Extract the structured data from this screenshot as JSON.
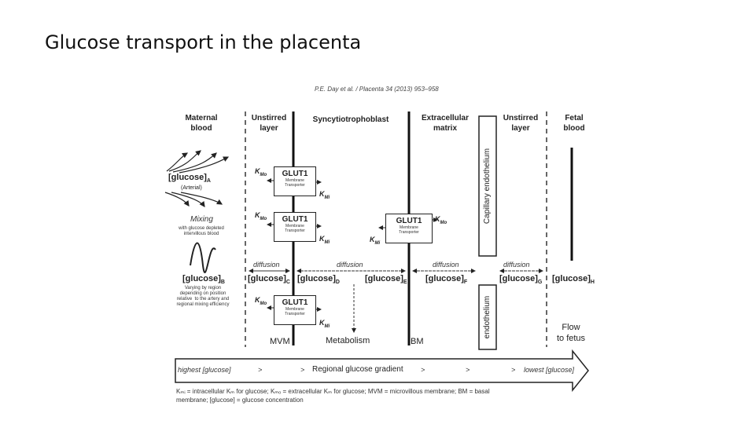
{
  "title": "Glucose transport in the placenta",
  "citation": "P.E. Day et al. / Placenta 34 (2013) 953–958",
  "headers": {
    "maternal_blood": "Maternal\nblood",
    "unstirred_left": "Unstirred\nlayer",
    "syncytiotrophoblast": "Syncytiotrophoblast",
    "extracellular_matrix": "Extracellular\nmatrix",
    "unstirred_right": "Unstirred\nlayer",
    "fetal_blood": "Fetal\nblood"
  },
  "capillary_endothelium": "Capillary endothelium",
  "endothelium": "endothelium",
  "glucose_A": "[glucose]",
  "arterial": "(Arterial)",
  "mixing": "Mixing",
  "mixing_note": "with glucose depleted\nintervillous blood",
  "glucose_B": "[glucose]",
  "region_note": "Varying by region\ndepending on position\nrelative  to the artery and\nregional mixing efficiency",
  "subs": {
    "A": "A",
    "B": "B",
    "C": "C",
    "D": "D",
    "E": "E",
    "F": "F",
    "G": "G",
    "H": "H"
  },
  "glucose_label": "[glucose]",
  "glut": {
    "name": "GLUT1",
    "line1": "Membrane",
    "line2": "Transporter"
  },
  "kmo": "K",
  "kmo_sub": "Mo",
  "kmi": "K",
  "kmi_sub": "Mi",
  "diffusion": "diffusion",
  "labels": {
    "mvm": "MVM",
    "metabolism": "Metabolism",
    "bm": "BM",
    "flow": "Flow\nto fetus"
  },
  "gradient": {
    "highest": "highest [glucose]",
    "gt": ">",
    "regional": "Regional glucose gradient",
    "lowest": "lowest [glucose]"
  },
  "footnote": "Kₘᵢ = intracellular Kₘ for glucose; Kₘₒ = extracellular Kₘ for glucose; MVM = microvillous membrane; BM = basal membrane; [glucose] = glucose concentration"
}
